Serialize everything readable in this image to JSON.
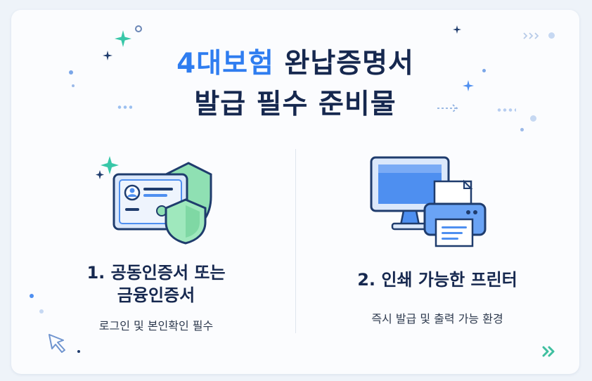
{
  "title": {
    "line1_accent": "4대보험",
    "line1_rest": "완납증명서",
    "line2": "발급 필수 준비물"
  },
  "items": [
    {
      "heading_line1": "1. 공동인증서 또는",
      "heading_line2": "금융인증서",
      "description": "로그인 및 본인확인 필수",
      "icon": "certificate-shield-icon"
    },
    {
      "heading": "2. 인쇄 가능한 프린터",
      "description": "즉시 발급 및 출력 가능 환경",
      "icon": "computer-printer-icon"
    }
  ],
  "colors": {
    "accent": "#2f7df0",
    "navy": "#16284f",
    "green": "#7fd8a4",
    "blue": "#4e8ff0"
  }
}
